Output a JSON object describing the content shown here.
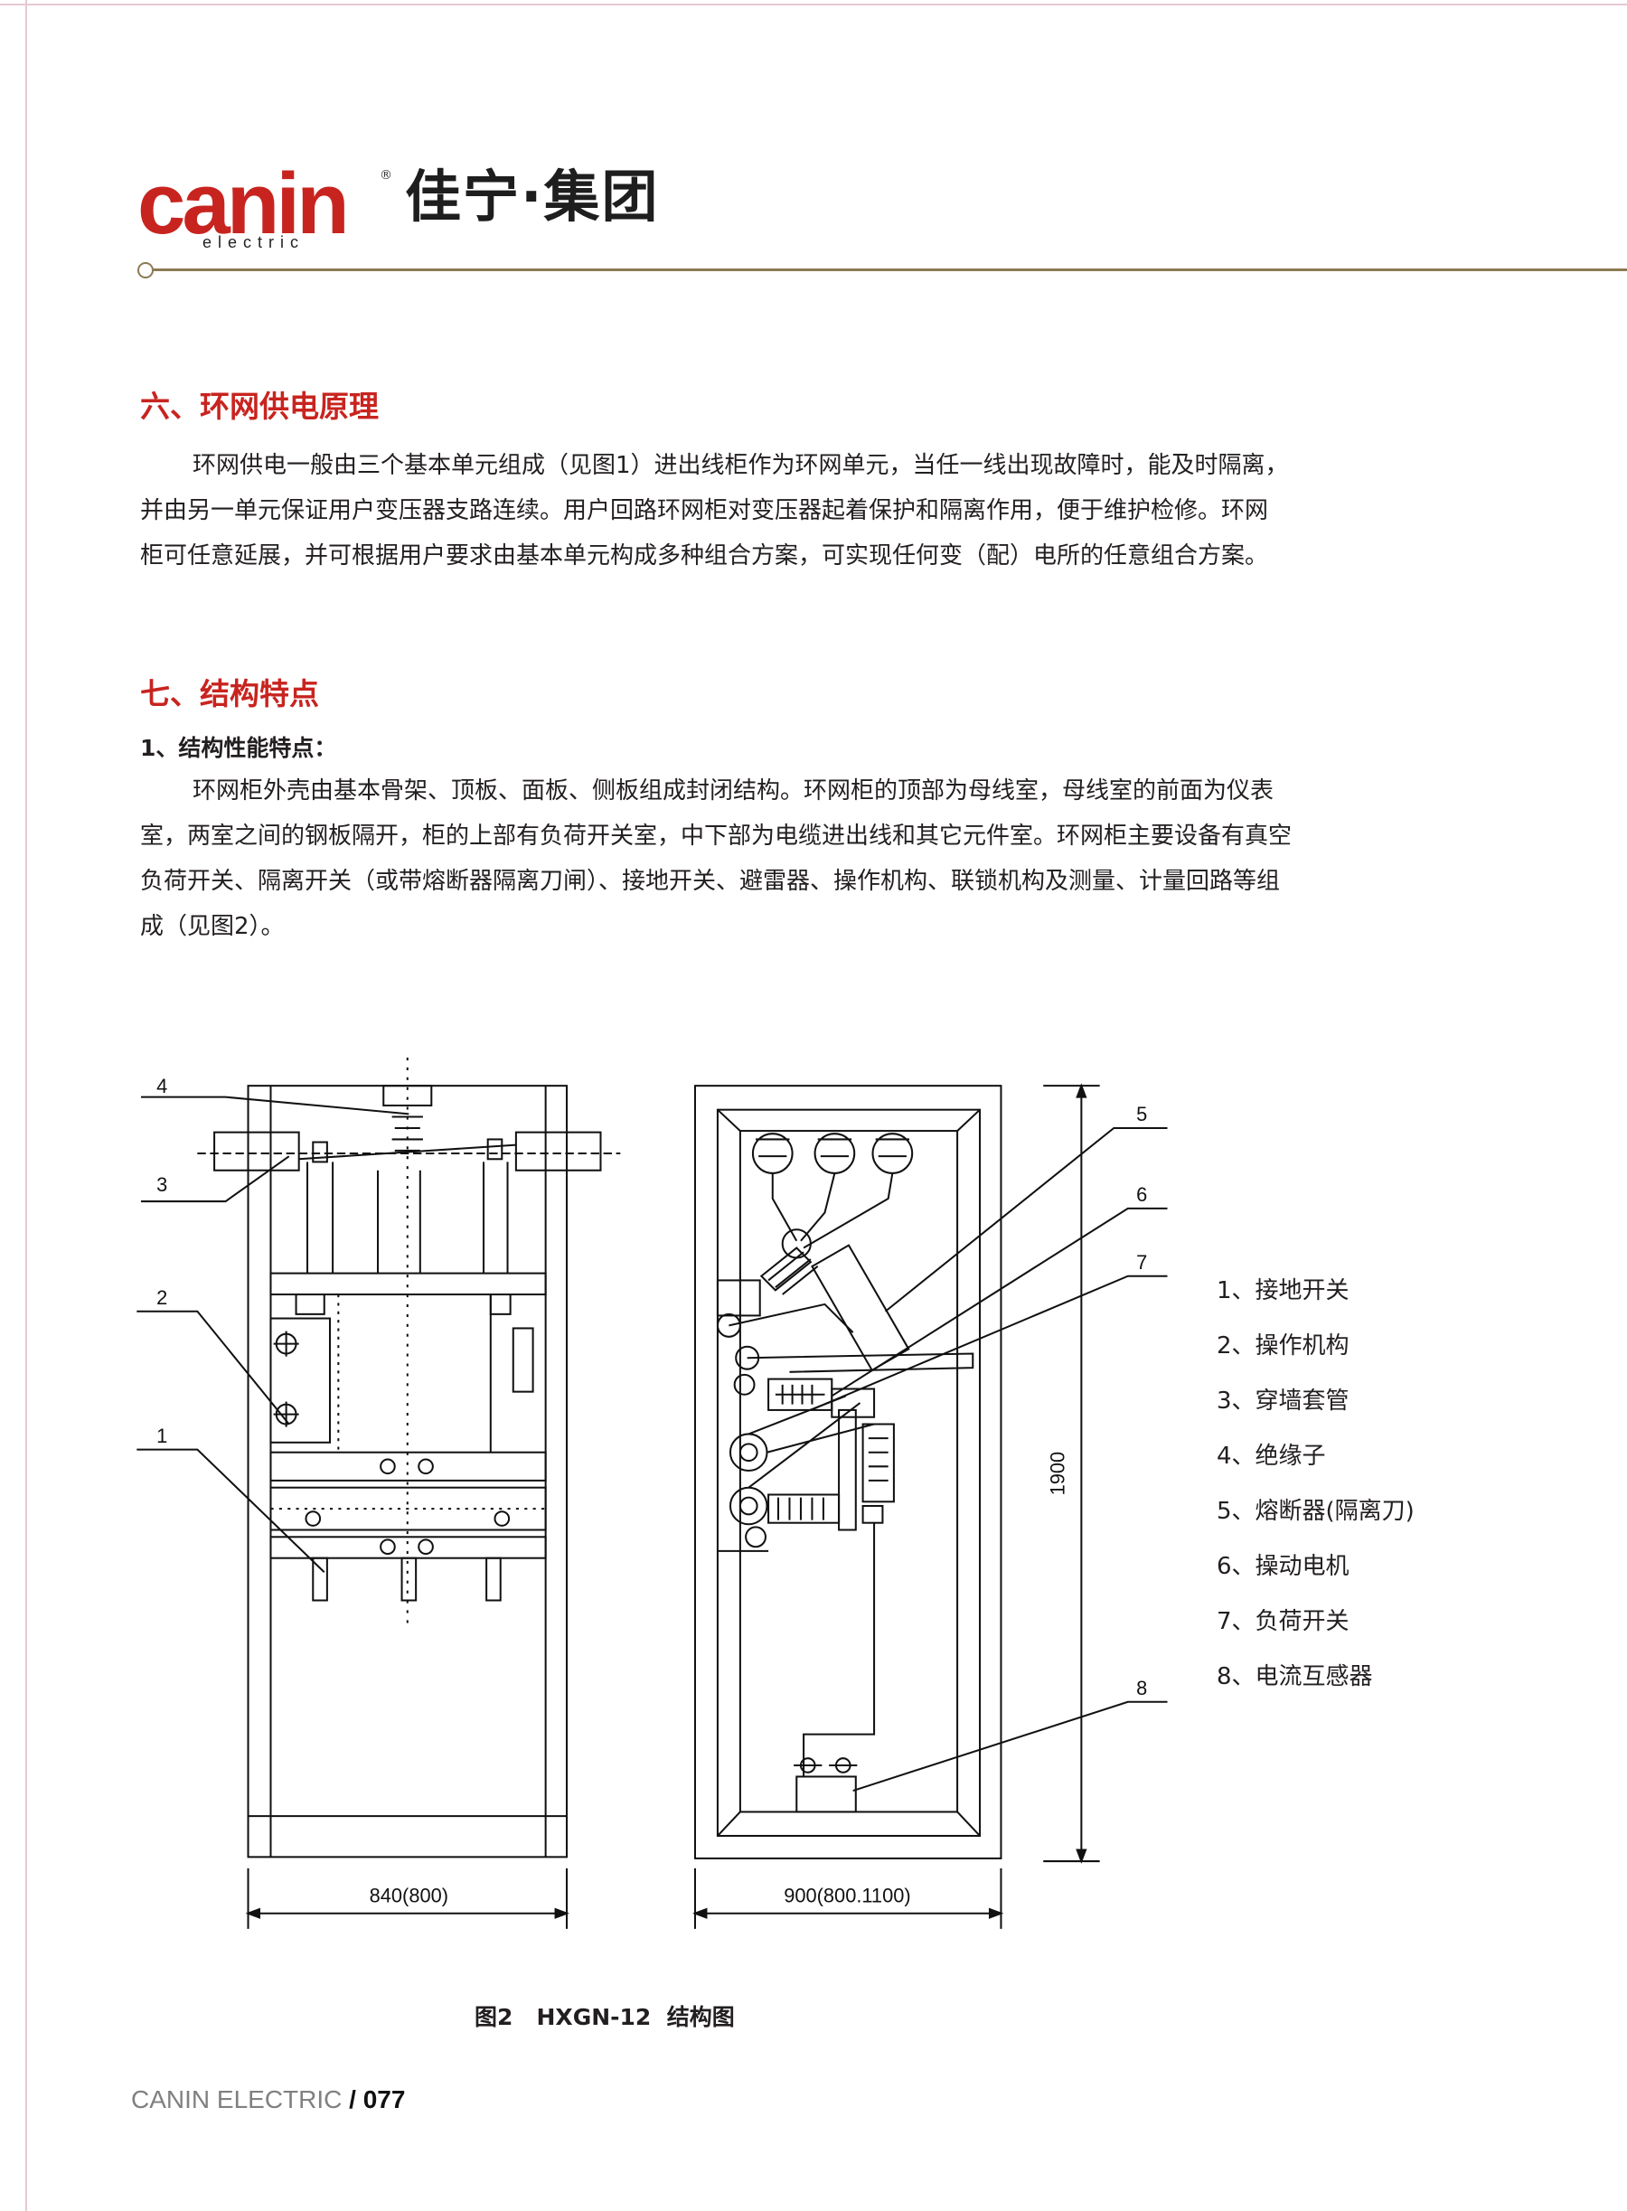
{
  "header": {
    "logo_mark": "canin",
    "logo_registered": "®",
    "logo_sub": "electric",
    "company_cn": "佳宁·集团"
  },
  "section6": {
    "title": "六、环网供电原理",
    "lines": [
      "环网供电一般由三个基本单元组成（见图1）进出线柜作为环网单元，当任一线出现故障时，能及时隔离，",
      "并由另一单元保证用户变压器支路连续。用户回路环网柜对变压器起着保护和隔离作用，便于维护检修。环网",
      "柜可任意延展，并可根据用户要求由基本单元构成多种组合方案，可实现任何变（配）电所的任意组合方案。"
    ]
  },
  "section7": {
    "title": "七、结构特点",
    "subtitle": "1、结构性能特点：",
    "lines": [
      "环网柜外壳由基本骨架、顶板、面板、侧板组成封闭结构。环网柜的顶部为母线室，母线室的前面为仪表",
      "室，两室之间的钢板隔开，柜的上部有负荷开关室，中下部为电缆进出线和其它元件室。环网柜主要设备有真空",
      "负荷开关、隔离开关（或带熔断器隔离刀闸）、接地开关、避雷器、操作机构、联锁机构及测量、计量回路等组",
      "成（见图2）。"
    ]
  },
  "diagram": {
    "callouts": [
      "1",
      "2",
      "3",
      "4",
      "5",
      "6",
      "7",
      "8"
    ],
    "dim_left_width": "840(800)",
    "dim_right_width": "900(800.1100)",
    "dim_height": "1900",
    "legend": [
      "1、接地开关",
      "2、操作机构",
      "3、穿墙套管",
      "4、绝缘子",
      "5、熔断器(隔离刀)",
      "6、操动电机",
      "7、负荷开关",
      "8、电流互感器"
    ],
    "caption": "图2   HXGN-12  结构图"
  },
  "footer": {
    "brand": "CANIN ELECTRIC",
    "separator": " / ",
    "page": "077"
  },
  "colors": {
    "accent_red": "#c8241f",
    "rule": "#8c7a55"
  }
}
